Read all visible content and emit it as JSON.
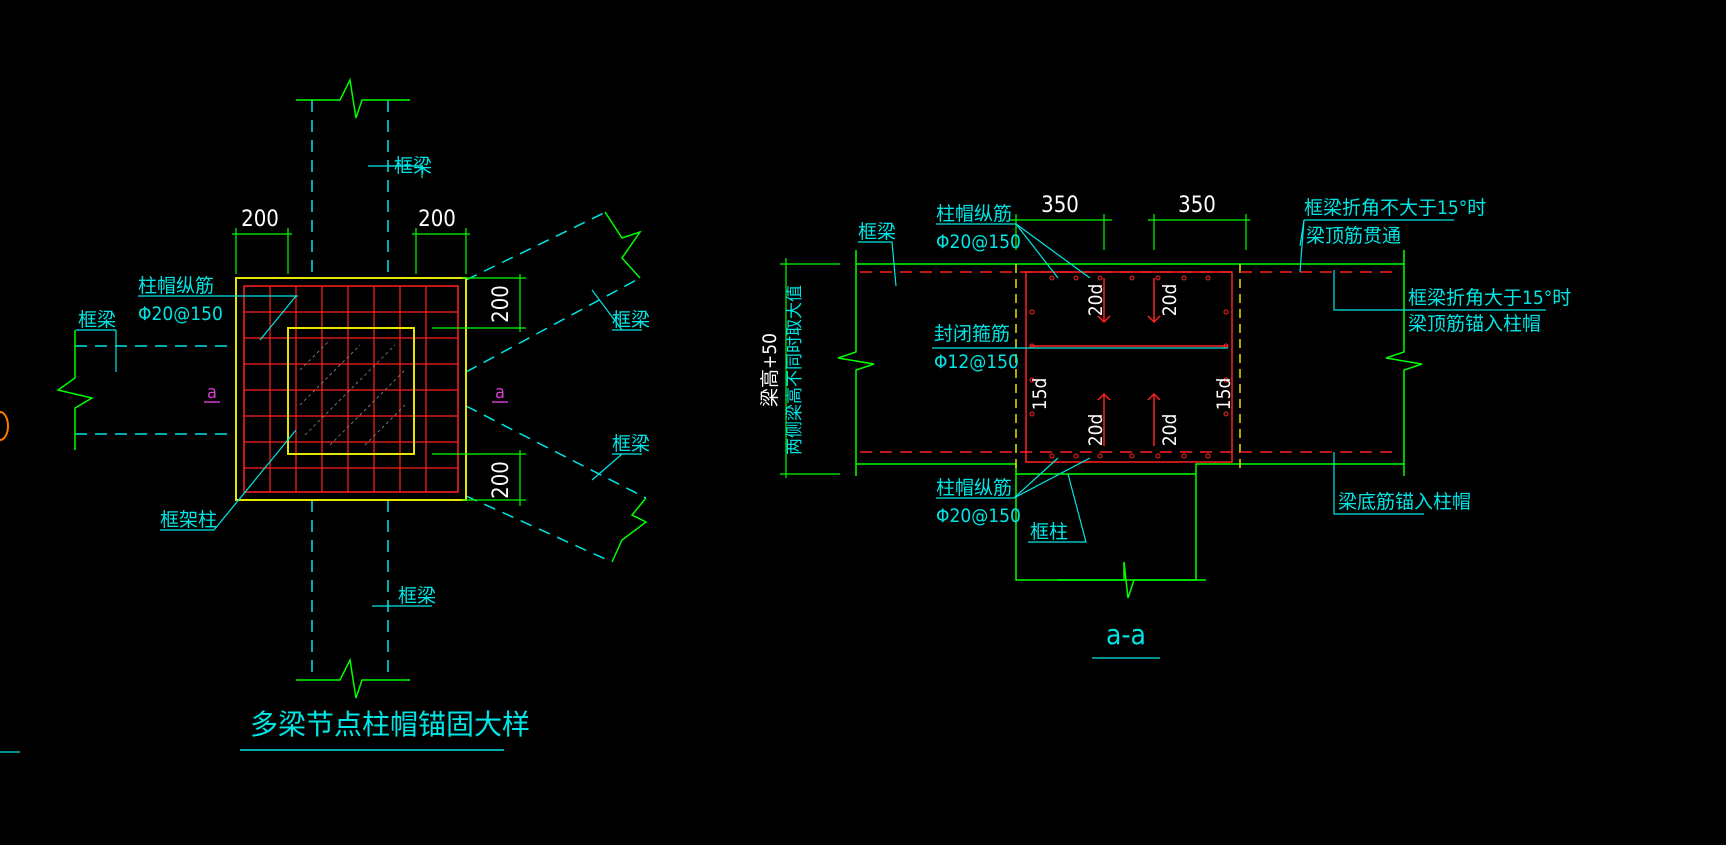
{
  "colors": {
    "background": "#000000",
    "outline": "#00ff00",
    "dashed_hidden": "#00e5e5",
    "column_cap": "#e5e500",
    "rebar": "#ff2020",
    "dimension_text": "#ffffff",
    "label_text": "#00e5e5",
    "section_mark": "#d63cd6",
    "stray_mark": "#ff7a00"
  },
  "left_plan": {
    "title": "多梁节点柱帽锚固大样",
    "labels": {
      "frame_beam_top": "框梁",
      "frame_beam_bottom": "框梁",
      "frame_beam_left": "框梁",
      "frame_beam_upper_right": "框梁",
      "frame_beam_lower_right": "框梁",
      "cap_rebar_name": "柱帽纵筋",
      "cap_rebar_spec": "Φ20@150",
      "frame_column": "框架柱"
    },
    "dimensions": {
      "top_left": "200",
      "top_right": "200",
      "right_upper": "200",
      "right_lower": "200"
    },
    "section_marks": {
      "left": "a",
      "right": "a"
    }
  },
  "right_section": {
    "title": "a-a",
    "labels": {
      "frame_beam": "框梁",
      "cap_rebar_top_name": "柱帽纵筋",
      "cap_rebar_top_spec": "Φ20@150",
      "closed_stirrup_name": "封闭箍筋",
      "closed_stirrup_spec": "Φ12@150",
      "cap_rebar_bottom_name": "柱帽纵筋",
      "cap_rebar_bottom_spec": "Φ20@150",
      "frame_column": "框柱",
      "note_le15_line1": "框梁折角不大于15°时",
      "note_le15_line2": "梁顶筋贯通",
      "note_gt15_line1": "框梁折角大于15°时",
      "note_gt15_line2": "梁顶筋锚入柱帽",
      "note_bottom_bar": "梁底筋锚入柱帽",
      "height_label_line1": "梁高+50",
      "height_label_line2": "两侧梁高不同时取大值"
    },
    "dimensions": {
      "top_left": "350",
      "top_right": "350"
    },
    "anchorage": {
      "upper_left": "20d",
      "upper_right": "20d",
      "lower_left": "20d",
      "lower_right": "20d",
      "side_left": "15d",
      "side_right": "15d"
    }
  }
}
